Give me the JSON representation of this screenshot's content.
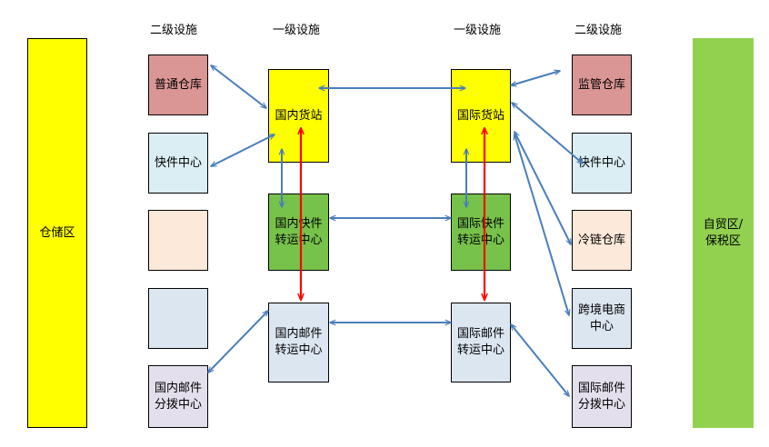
{
  "headers": {
    "left_secondary": "二级设施",
    "left_primary": "一级设施",
    "right_primary": "一级设施",
    "right_secondary": "二级设施"
  },
  "zones": {
    "storage": "仓储区",
    "ftz_line1": "自贸区/",
    "ftz_line2": "保税区"
  },
  "left_secondary": {
    "general_warehouse": "普通仓库",
    "express_center": "快件中心",
    "mail_sort_line1": "国内邮件",
    "mail_sort_line2": "分拨中心"
  },
  "left_primary": {
    "cargo_station": "国内货站",
    "express_line1": "国内快件",
    "express_line2": "转运中心",
    "mail_line1": "国内邮件",
    "mail_line2": "转运中心"
  },
  "right_primary": {
    "cargo_station": "国际货站",
    "express_line1": "国际快件",
    "express_line2": "转运中心",
    "mail_line1": "国际邮件",
    "mail_line2": "转运中心"
  },
  "right_secondary": {
    "bonded_warehouse": "监管仓库",
    "express_center": "快件中心",
    "cold_chain": "冷链仓库",
    "ecommerce_line1": "跨境电商",
    "ecommerce_line2": "中心",
    "mail_sort_line1": "国际邮件",
    "mail_sort_line2": "分拨中心"
  },
  "colors": {
    "yellow": "#ffff00",
    "green": "#92d050",
    "primary_green": "#77c24a",
    "rose": "#da9694",
    "light_blue": "#daeef3",
    "peach": "#fde9d9",
    "grey_blue": "#dce6f1",
    "lavender": "#e4dfec",
    "blue_arrow": "#4a7ebb",
    "red_arrow": "#ff0000"
  }
}
